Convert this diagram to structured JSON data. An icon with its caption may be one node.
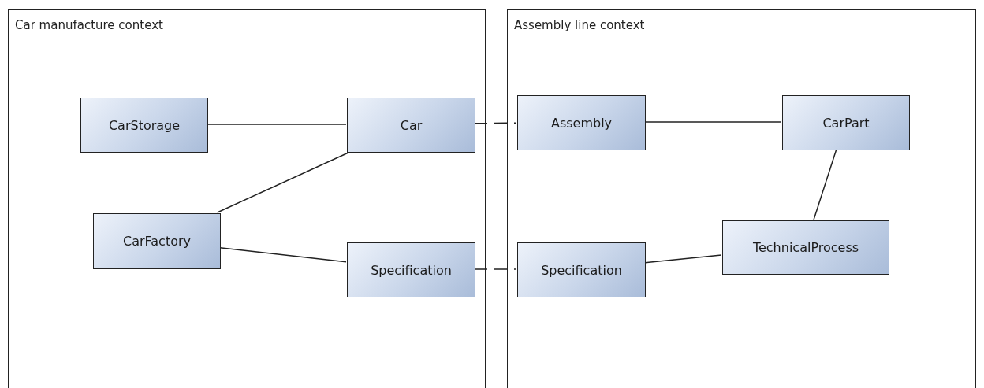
{
  "diagram": {
    "nodes": [
      {
        "text": [
          "Car manufacture context"
        ]
      },
      {
        "text": [
          "CarStorage"
        ],
        "in": 0
      },
      {
        "text": [
          "Car"
        ],
        "in": 0
      },
      {
        "text": [
          "CarFactory"
        ],
        "in": 0
      },
      {
        "text": [
          "Specification"
        ],
        "in": 0
      },
      {
        "text": [
          "Assembly line context"
        ]
      },
      {
        "text": [
          "Assembly"
        ],
        "in": 5
      },
      {
        "text": [
          "CarPart"
        ],
        "in": 5
      },
      {
        "text": [
          "TechnicalProcess"
        ],
        "in": 5
      },
      {
        "text": [
          "Specification"
        ],
        "in": 5
      }
    ],
    "edges": [
      {
        "from": 1,
        "to": 2,
        "arrow": "none"
      },
      {
        "from": 3,
        "to": 2,
        "arrow": "none"
      },
      {
        "from": 3,
        "to": 4,
        "arrow": "none"
      },
      {
        "from": 2,
        "to": 6,
        "arrow": "none",
        "style": "dashed"
      },
      {
        "from": 4,
        "to": 9,
        "arrow": "none",
        "style": "dashed"
      },
      {
        "from": 6,
        "to": 7,
        "arrow": "none"
      },
      {
        "from": 7,
        "to": 8,
        "arrow": "none"
      },
      {
        "from": 9,
        "to": 8,
        "arrow": "none"
      }
    ]
  }
}
